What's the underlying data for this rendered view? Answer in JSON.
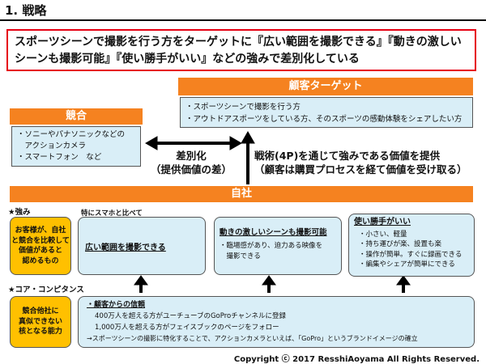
{
  "title": "1. 戦略",
  "headline": "スポーツシーンで撮影を行う方をターゲットに『広い範囲を撮影できる』『動きの激しいシーンも撮影可能』『使い勝手がいい』などの強みで差別化している",
  "target": {
    "header": "顧客ターゲット",
    "items": [
      "・スポーツシーンで撮影を行う方",
      "・アウトドアスポーツをしている方、そのスポーツの感動体験をシェアしたい方"
    ]
  },
  "competition": {
    "header": "競合",
    "items": [
      "・ソニーやパナソニックなどの",
      "　アクションカメラ",
      "・スマートフォン　など"
    ]
  },
  "differentiation": {
    "line1": "差別化",
    "line2": "（提供価値の差）"
  },
  "tactics": {
    "line1": "戦術(4P)を通じて強みである価値を提供",
    "line2": "（顧客は購買プロセスを経て価値を受け取る）"
  },
  "company": {
    "header": "自社"
  },
  "strengths": {
    "label": "★強み",
    "side_note": "特にスマホと比べて",
    "yellow_text": [
      "お客様が、自社",
      "と競合を比較して",
      "価値があると",
      "認めるもの"
    ],
    "box1": {
      "title": "広い範囲を撮影できる"
    },
    "box2": {
      "title": "動きの激しいシーンも撮影可能",
      "lines": [
        "・臨場感があり、迫力ある映像を",
        "　撮影できる"
      ]
    },
    "box3": {
      "title": "使い勝手がいい",
      "lines": [
        "・小さい、軽量",
        "・持ち運びが楽、設置も楽",
        "・操作が簡単。すぐに録画できる",
        "・編集やシェアが簡単にできる"
      ]
    }
  },
  "core": {
    "label": "★コア・コンピタンス",
    "yellow_text": [
      "競合他社に",
      "真似できない",
      "核となる能力"
    ],
    "title": "・顧客からの信頼",
    "lines": [
      "400万人を超える方がユーチューブのGoProチャンネルに登録",
      "1,000万人を超える方がフェイスブックのページをフォロー",
      "→スポーツシーンの撮影に特化することで、アクションカメラといえば、「GoPro」というブランドイメージの確立"
    ]
  },
  "copyright": "Copyright ⓒ 2017 ResshiAoyama All Rights Reserved."
}
